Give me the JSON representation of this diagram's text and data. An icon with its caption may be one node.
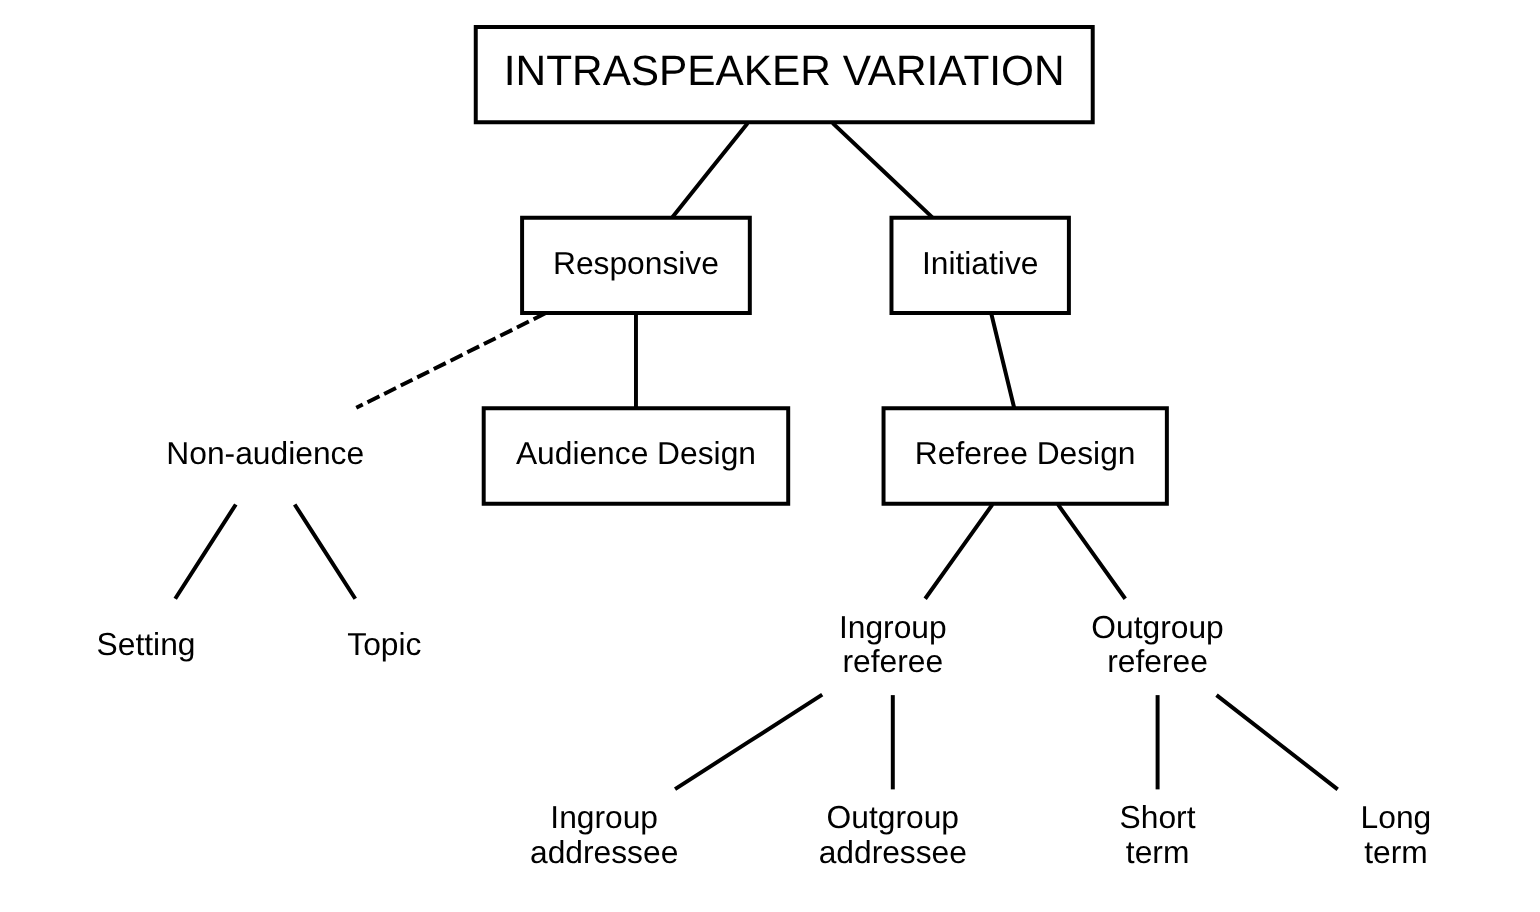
{
  "diagram": {
    "nodes": [
      {
        "text": [
          "INTRASPEAKER VARIATION"
        ]
      },
      {
        "text": [
          "Responsive"
        ]
      },
      {
        "text": [
          "Initiative"
        ]
      },
      {
        "text": [
          "Non-audience"
        ]
      },
      {
        "text": [
          "Audience Design"
        ]
      },
      {
        "text": [
          "Referee Design"
        ]
      },
      {
        "text": [
          "Setting"
        ]
      },
      {
        "text": [
          "Topic"
        ]
      },
      {
        "text": [
          "Ingroup referee"
        ]
      },
      {
        "text": [
          "Outgroup referee"
        ]
      },
      {
        "text": [
          "Ingroup addressee"
        ]
      },
      {
        "text": [
          "Outgroup addressee"
        ]
      },
      {
        "text": [
          "Short term"
        ]
      },
      {
        "text": [
          "Long term"
        ]
      }
    ],
    "edges": [
      {
        "from": 0,
        "to": 1,
        "arrow": "none"
      },
      {
        "from": 0,
        "to": 2,
        "arrow": "none"
      },
      {
        "from": 1,
        "to": 3,
        "arrow": "none",
        "style": "dashed"
      },
      {
        "from": 1,
        "to": 4,
        "arrow": "none"
      },
      {
        "from": 2,
        "to": 5,
        "arrow": "none"
      },
      {
        "from": 3,
        "to": 6,
        "arrow": "none"
      },
      {
        "from": 3,
        "to": 7,
        "arrow": "none"
      },
      {
        "from": 5,
        "to": 8,
        "arrow": "none"
      },
      {
        "from": 5,
        "to": 9,
        "arrow": "none"
      },
      {
        "from": 8,
        "to": 10,
        "arrow": "none"
      },
      {
        "from": 8,
        "to": 11,
        "arrow": "none"
      },
      {
        "from": 9,
        "to": 12,
        "arrow": "none"
      },
      {
        "from": 9,
        "to": 13,
        "arrow": "none"
      }
    ]
  }
}
